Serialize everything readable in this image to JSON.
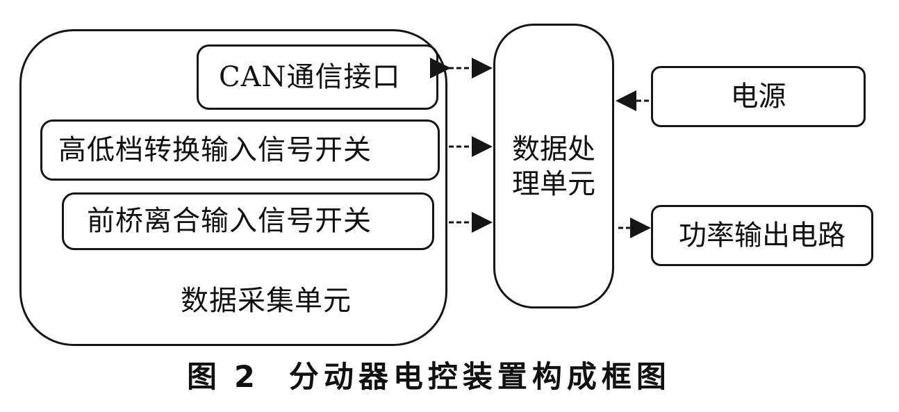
{
  "diagram": {
    "collection_unit": {
      "label": "数据采集单元",
      "inputs": [
        {
          "label": "CAN通信接口"
        },
        {
          "label": "高低档转换输入信号开关"
        },
        {
          "label": "前桥离合输入信号开关"
        }
      ]
    },
    "processing_unit": {
      "label": "数据处\n理单元"
    },
    "power_supply": {
      "label": "电源"
    },
    "power_output": {
      "label": "功率输出电路"
    },
    "caption": {
      "figure": "图",
      "number": "2",
      "title": "分动器电控装置构成框图"
    }
  }
}
